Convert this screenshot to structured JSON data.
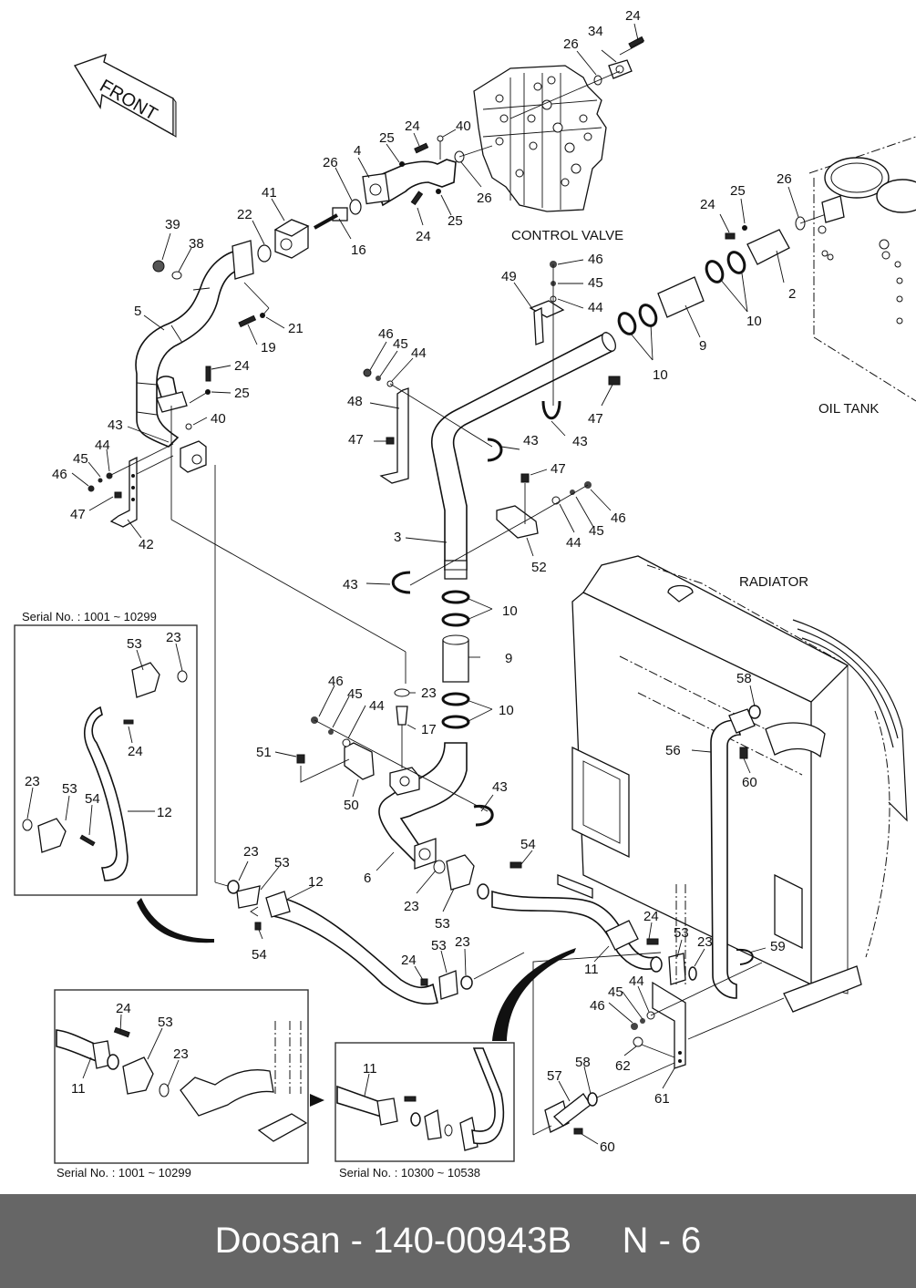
{
  "footer": {
    "text": "Doosan - 140-00943B     N - 6",
    "background": "#666666",
    "color": "#ffffff"
  },
  "diagram": {
    "front_arrow": "FRONT",
    "captions": {
      "control_valve": "CONTROL VALVE",
      "oil_tank": "OIL TANK",
      "radiator": "RADIATOR"
    },
    "insets": {
      "hose12_old": "Serial No. : 1001 ~ 10299",
      "hose11_old": "Serial No. : 1001 ~ 10299",
      "hose11_new": "Serial No. : 10300 ~ 10538"
    },
    "part_labels": [
      {
        "id": "l24a",
        "text": "24"
      },
      {
        "id": "l34",
        "text": "34"
      },
      {
        "id": "l26a",
        "text": "26"
      },
      {
        "id": "l24b",
        "text": "24"
      },
      {
        "id": "l25a",
        "text": "25"
      },
      {
        "id": "l40a",
        "text": "40"
      },
      {
        "id": "l4",
        "text": "4"
      },
      {
        "id": "l26b",
        "text": "26"
      },
      {
        "id": "l26c",
        "text": "26"
      },
      {
        "id": "l25b",
        "text": "25"
      },
      {
        "id": "l24c",
        "text": "24"
      },
      {
        "id": "l16",
        "text": "16"
      },
      {
        "id": "l41",
        "text": "41"
      },
      {
        "id": "l22",
        "text": "22"
      },
      {
        "id": "l39",
        "text": "39"
      },
      {
        "id": "l38",
        "text": "38"
      },
      {
        "id": "l5",
        "text": "5"
      },
      {
        "id": "l21",
        "text": "21"
      },
      {
        "id": "l19",
        "text": "19"
      },
      {
        "id": "l24d",
        "text": "24"
      },
      {
        "id": "l25c",
        "text": "25"
      },
      {
        "id": "l40b",
        "text": "40"
      },
      {
        "id": "l43a",
        "text": "43"
      },
      {
        "id": "l45a",
        "text": "45"
      },
      {
        "id": "l44a",
        "text": "44"
      },
      {
        "id": "l46a",
        "text": "46"
      },
      {
        "id": "l47a",
        "text": "47"
      },
      {
        "id": "l42",
        "text": "42"
      },
      {
        "id": "l24e",
        "text": "24"
      },
      {
        "id": "l25d",
        "text": "25"
      },
      {
        "id": "l26d",
        "text": "26"
      },
      {
        "id": "l2",
        "text": "2"
      },
      {
        "id": "l10a",
        "text": "10"
      },
      {
        "id": "l9a",
        "text": "9"
      },
      {
        "id": "l10b",
        "text": "10"
      },
      {
        "id": "l46b",
        "text": "46"
      },
      {
        "id": "l45b",
        "text": "45"
      },
      {
        "id": "l44b",
        "text": "44"
      },
      {
        "id": "l49",
        "text": "49"
      },
      {
        "id": "l47b",
        "text": "47"
      },
      {
        "id": "l43b",
        "text": "43"
      },
      {
        "id": "l46c",
        "text": "46"
      },
      {
        "id": "l45c",
        "text": "45"
      },
      {
        "id": "l44c",
        "text": "44"
      },
      {
        "id": "l48",
        "text": "48"
      },
      {
        "id": "l47c",
        "text": "47"
      },
      {
        "id": "l43c",
        "text": "43"
      },
      {
        "id": "l47d",
        "text": "47"
      },
      {
        "id": "l46d",
        "text": "46"
      },
      {
        "id": "l45d",
        "text": "45"
      },
      {
        "id": "l44d",
        "text": "44"
      },
      {
        "id": "l52",
        "text": "52"
      },
      {
        "id": "l3",
        "text": "3"
      },
      {
        "id": "l43d",
        "text": "43"
      },
      {
        "id": "l10c",
        "text": "10"
      },
      {
        "id": "l9b",
        "text": "9"
      },
      {
        "id": "l10d",
        "text": "10"
      },
      {
        "id": "l23a",
        "text": "23"
      },
      {
        "id": "l17",
        "text": "17"
      },
      {
        "id": "l46e",
        "text": "46"
      },
      {
        "id": "l45e",
        "text": "45"
      },
      {
        "id": "l44e",
        "text": "44"
      },
      {
        "id": "l51",
        "text": "51"
      },
      {
        "id": "l50",
        "text": "50"
      },
      {
        "id": "l43e",
        "text": "43"
      },
      {
        "id": "l6",
        "text": "6"
      },
      {
        "id": "l23b",
        "text": "23"
      },
      {
        "id": "l53a",
        "text": "53"
      },
      {
        "id": "l54a",
        "text": "54"
      },
      {
        "id": "l23c",
        "text": "23"
      },
      {
        "id": "l53b",
        "text": "53"
      },
      {
        "id": "l12a",
        "text": "12"
      },
      {
        "id": "l54b",
        "text": "54"
      },
      {
        "id": "l24f",
        "text": "24"
      },
      {
        "id": "l53c",
        "text": "53"
      },
      {
        "id": "l23d",
        "text": "23"
      },
      {
        "id": "l11a",
        "text": "11"
      },
      {
        "id": "l24g",
        "text": "24"
      },
      {
        "id": "l53d",
        "text": "53"
      },
      {
        "id": "l23e",
        "text": "23"
      },
      {
        "id": "l59",
        "text": "59"
      },
      {
        "id": "l58a",
        "text": "58"
      },
      {
        "id": "l56",
        "text": "56"
      },
      {
        "id": "l60a",
        "text": "60"
      },
      {
        "id": "l45f",
        "text": "45"
      },
      {
        "id": "l44f",
        "text": "44"
      },
      {
        "id": "l46f",
        "text": "46"
      },
      {
        "id": "l62",
        "text": "62"
      },
      {
        "id": "l61",
        "text": "61"
      },
      {
        "id": "l57",
        "text": "57"
      },
      {
        "id": "l58b",
        "text": "58"
      },
      {
        "id": "l60b",
        "text": "60"
      },
      {
        "id": "i1_53a",
        "text": "53"
      },
      {
        "id": "i1_23a",
        "text": "23"
      },
      {
        "id": "i1_24",
        "text": "24"
      },
      {
        "id": "i1_23b",
        "text": "23"
      },
      {
        "id": "i1_53b",
        "text": "53"
      },
      {
        "id": "i1_54",
        "text": "54"
      },
      {
        "id": "i1_12",
        "text": "12"
      },
      {
        "id": "i2_24",
        "text": "24"
      },
      {
        "id": "i2_53",
        "text": "53"
      },
      {
        "id": "i2_23",
        "text": "23"
      },
      {
        "id": "i2_11",
        "text": "11"
      },
      {
        "id": "i3_11",
        "text": "11"
      }
    ]
  }
}
